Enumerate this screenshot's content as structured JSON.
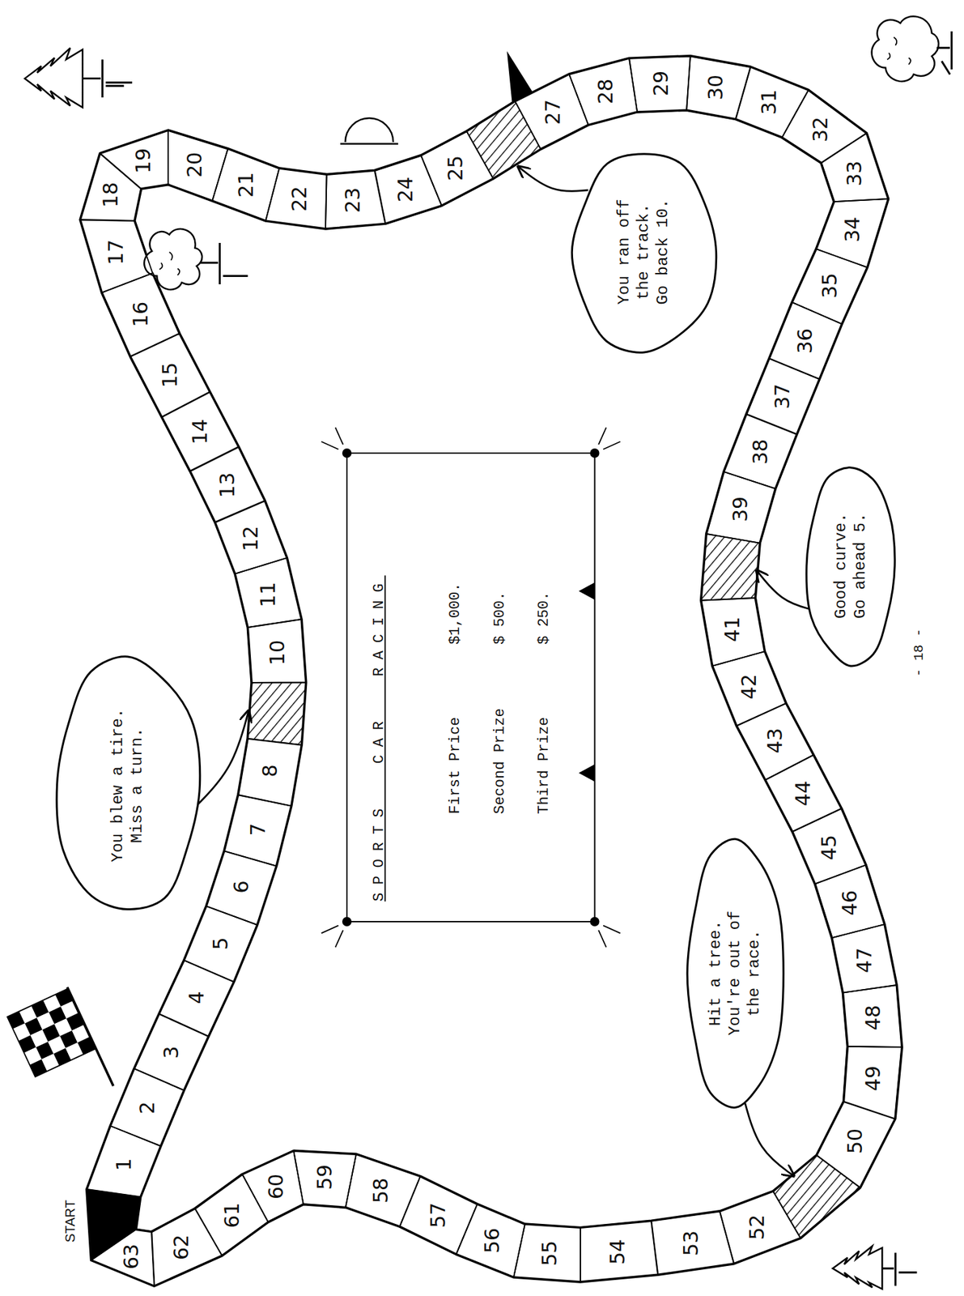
{
  "diagram": {
    "nodes": [
      {
        "text": [
          "1"
        ]
      },
      {
        "text": [
          "2"
        ]
      },
      {
        "text": [
          "3"
        ]
      },
      {
        "text": [
          "4"
        ]
      },
      {
        "text": [
          "5"
        ]
      },
      {
        "text": [
          "6"
        ]
      },
      {
        "text": [
          "7"
        ]
      },
      {
        "text": [
          "8"
        ]
      },
      {
        "text": [
          "10"
        ]
      },
      {
        "text": [
          "11"
        ]
      },
      {
        "text": [
          "12"
        ]
      },
      {
        "text": [
          "13"
        ]
      },
      {
        "text": [
          "14"
        ]
      },
      {
        "text": [
          "15"
        ]
      },
      {
        "text": [
          "16"
        ]
      },
      {
        "text": [
          "17"
        ]
      },
      {
        "text": [
          "18"
        ]
      },
      {
        "text": [
          "19"
        ]
      },
      {
        "text": [
          "20"
        ]
      },
      {
        "text": [
          "21"
        ]
      },
      {
        "text": [
          "22"
        ]
      },
      {
        "text": [
          "23"
        ]
      },
      {
        "text": [
          "24"
        ]
      },
      {
        "text": [
          "25"
        ]
      },
      {
        "text": [
          "27"
        ]
      },
      {
        "text": [
          "28"
        ]
      },
      {
        "text": [
          "29"
        ]
      },
      {
        "text": [
          "30"
        ]
      },
      {
        "text": [
          "31"
        ]
      },
      {
        "text": [
          "32"
        ]
      },
      {
        "text": [
          "33"
        ]
      },
      {
        "text": [
          "34"
        ]
      },
      {
        "text": [
          "35"
        ]
      },
      {
        "text": [
          "36"
        ]
      },
      {
        "text": [
          "37"
        ]
      },
      {
        "text": [
          "38"
        ]
      },
      {
        "text": [
          "39"
        ]
      },
      {
        "text": [
          "41"
        ]
      },
      {
        "text": [
          "42"
        ]
      },
      {
        "text": [
          "43"
        ]
      },
      {
        "text": [
          "44"
        ]
      },
      {
        "text": [
          "45"
        ]
      },
      {
        "text": [
          "46"
        ]
      },
      {
        "text": [
          "47"
        ]
      },
      {
        "text": [
          "48"
        ]
      },
      {
        "text": [
          "49"
        ]
      },
      {
        "text": [
          "50"
        ]
      },
      {
        "text": [
          "52"
        ]
      },
      {
        "text": [
          "53"
        ]
      },
      {
        "text": [
          "54"
        ]
      },
      {
        "text": [
          "55"
        ]
      },
      {
        "text": [
          "56"
        ]
      },
      {
        "text": [
          "57"
        ]
      },
      {
        "text": [
          "58"
        ]
      },
      {
        "text": [
          "59"
        ]
      },
      {
        "text": [
          "60"
        ]
      },
      {
        "text": [
          "61"
        ]
      },
      {
        "text": [
          "62"
        ]
      },
      {
        "text": [
          "63"
        ]
      },
      {
        "text": [
          "You blew a tire. Miss a turn."
        ]
      },
      {
        "text": [
          "You ran off the track. Go back 10."
        ]
      },
      {
        "text": [
          "Good curve. Go ahead 5."
        ]
      },
      {
        "text": [
          "Hit a tree. You're out of the race."
        ]
      },
      {
        "text": [
          "SPORTS CAR RACING",
          "First Price",
          "$1,000.",
          "Second Prize",
          "$ 500.",
          "Third Prize",
          "$ 250."
        ]
      }
    ],
    "labels": [
      "START",
      "- 18 -"
    ]
  }
}
